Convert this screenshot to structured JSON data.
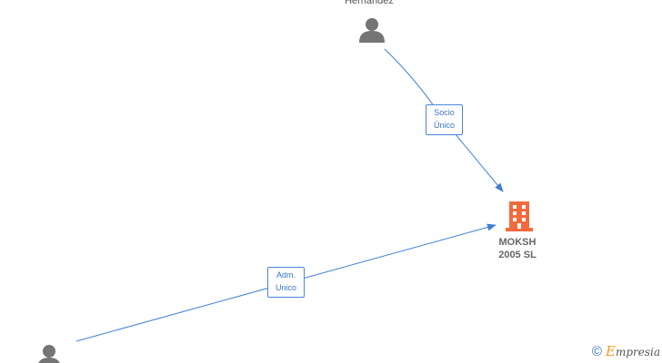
{
  "nodes": {
    "top_person": {
      "name": "Hernandez"
    },
    "company": {
      "name_line1": "MOKSH",
      "name_line2": "2005  SL"
    },
    "bottom_person": {
      "name": ""
    }
  },
  "edges": {
    "top_to_company": {
      "label_line1": "Socio",
      "label_line2": "Único"
    },
    "bottom_to_company": {
      "label_line1": "Adm.",
      "label_line2": "Unico"
    }
  },
  "watermark": {
    "copyright_symbol": "©",
    "brand_initial": "E",
    "brand_rest": "mpresia"
  },
  "colors": {
    "edge": "#3f7fd6",
    "person_icon": "#757575",
    "company_icon": "#f26a3d"
  },
  "icons": {
    "person": "person-icon",
    "company": "building-icon"
  }
}
